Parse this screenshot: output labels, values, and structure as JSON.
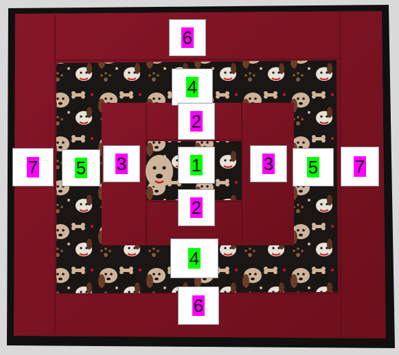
{
  "colors": {
    "binding": "#101010",
    "burgundy": "#7a1220",
    "burgundy_dark": "#5e0d19",
    "fleece_dark": "#1a1614",
    "fleece_tan": "#cdb49a",
    "fleece_brown": "#5a3322",
    "label_green": "#00ff00",
    "label_magenta": "#ff00ff"
  },
  "labels": {
    "center": "1",
    "inner_top": "2",
    "inner_bottom": "2",
    "left_3": "3",
    "right_3": "3",
    "top_4": "4",
    "bottom_4": "4",
    "left_5": "5",
    "right_5": "5",
    "top_6": "6",
    "bottom_6": "6",
    "left_7": "7",
    "right_7": "7"
  }
}
